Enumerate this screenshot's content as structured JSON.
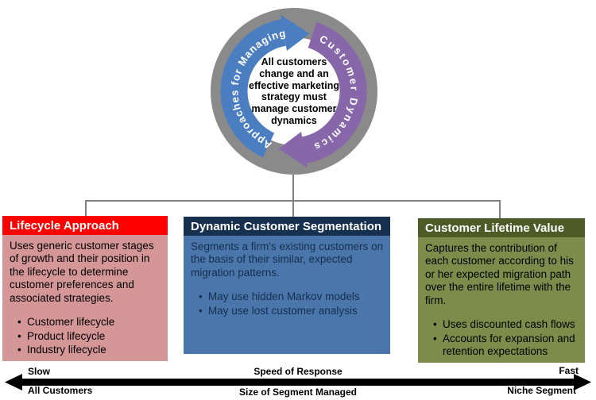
{
  "cycle": {
    "center_text": "All customers change and an effective marketing strategy must manage customer dynamics",
    "left_arc_label": "Approaches for Managing",
    "right_arc_label": "Customer Dynamics",
    "colors": {
      "ring": "#8a8a8a",
      "left_arrow": "#4b7ec0",
      "right_arrow": "#8766a9",
      "connector": "#808080",
      "label_text": "#ffffff",
      "center_text": "#000000"
    }
  },
  "boxes": [
    {
      "title": "Lifecycle Approach",
      "body": "Uses generic customer stages of growth and their position in the lifecycle to determine customer preferences and associated strategies.",
      "bullets": [
        "Customer lifecycle",
        "Product lifecycle",
        "Industry lifecycle"
      ],
      "header_color": "#fe0000",
      "body_color": "#d59697",
      "text_color": "#000000"
    },
    {
      "title": "Dynamic Customer Segmentation",
      "body": "Segments a firm’s existing customers on the basis of their similar, expected migration patterns.",
      "bullets": [
        "May use hidden Markov models",
        "May use lost customer analysis"
      ],
      "header_color": "#16304f",
      "body_color": "#4a76ac",
      "text_color": "#152f4e"
    },
    {
      "title": "Customer Lifetime Value",
      "body": "Captures the contribution of each customer according to his or her expected migration path over the entire lifetime with the firm.",
      "bullets": [
        "Uses discounted cash flows",
        "Accounts for expansion and retention expectations"
      ],
      "header_color": "#4f5b26",
      "body_color": "#7d8c4a",
      "text_color": "#000000"
    }
  ],
  "axis": {
    "arrow_color": "#000000",
    "top_left": "Slow",
    "top_center": "Speed of Response",
    "top_right": "Fast",
    "bottom_left": "All Customers",
    "bottom_center": "Size of Segment Managed",
    "bottom_right": "Niche Segment"
  }
}
